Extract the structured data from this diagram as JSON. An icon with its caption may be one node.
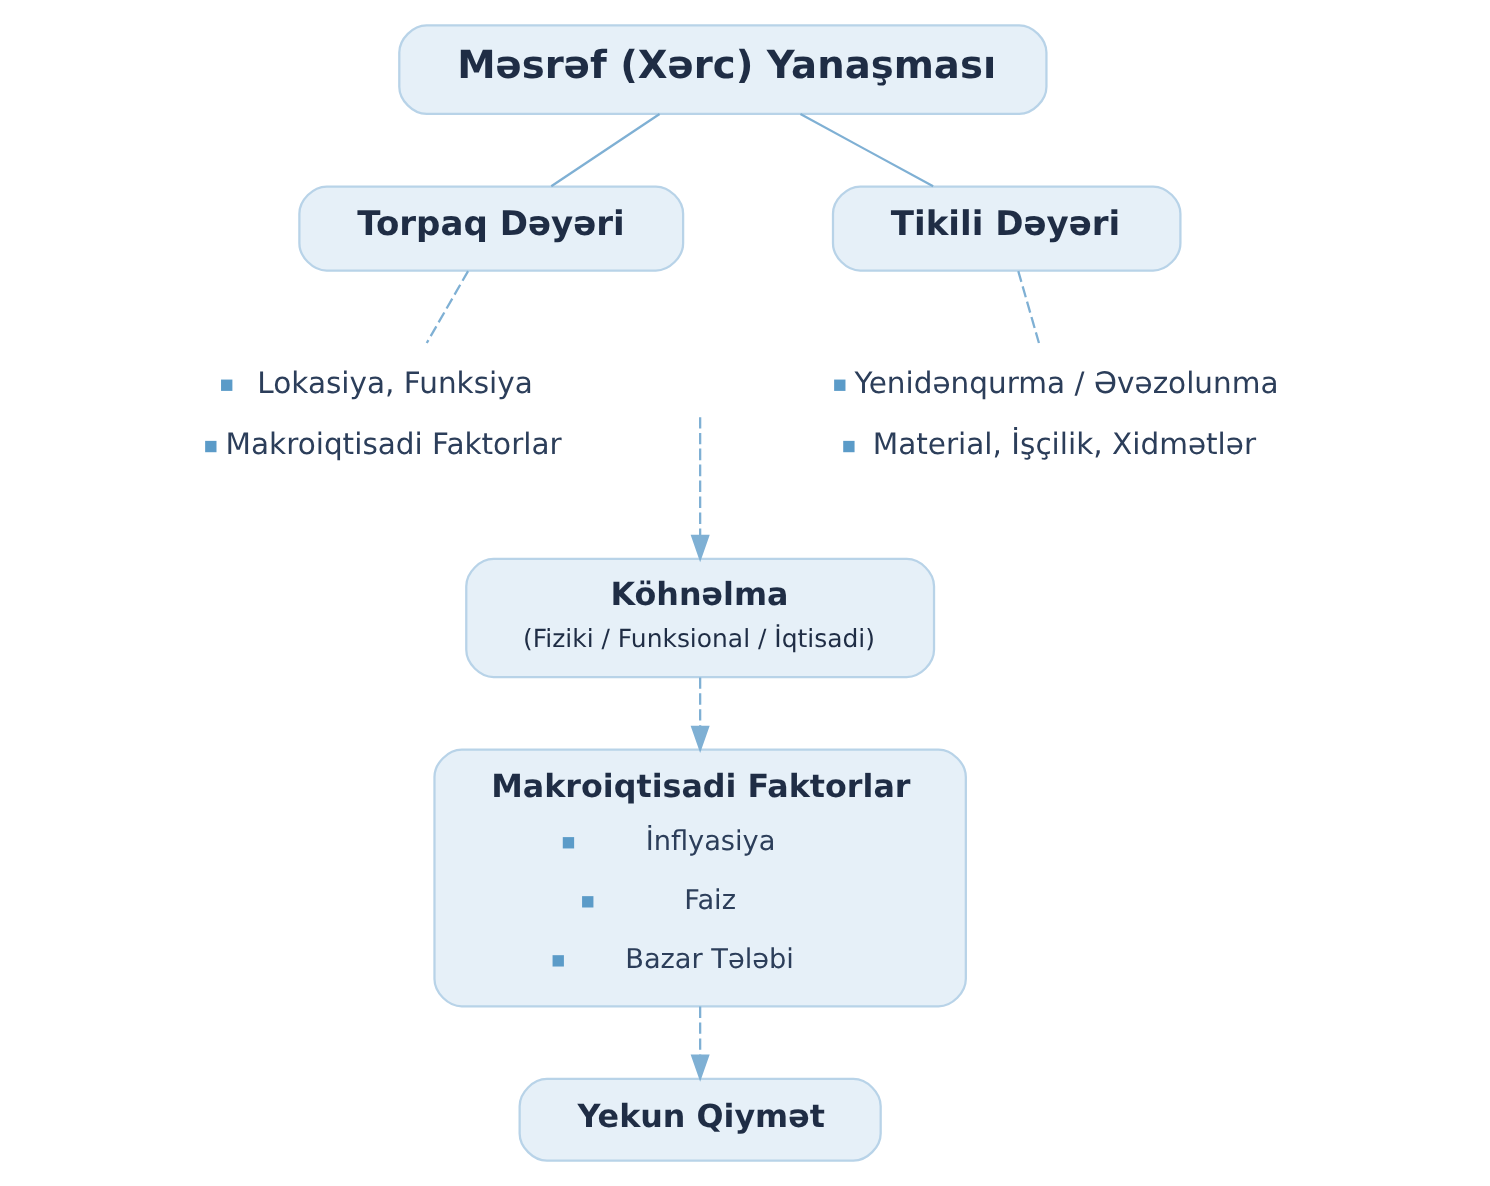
{
  "diagram": {
    "nodes": [
      {
        "text": [
          "Məsrəf (Xərc) Yanaşması"
        ]
      },
      {
        "text": [
          "Torpaq Dəyəri"
        ]
      },
      {
        "text": [
          "Tikili Dəyəri"
        ]
      },
      {
        "text": [
          "Lokasiya, Funksiya",
          "Makroiqtisadi Faktorlar"
        ]
      },
      {
        "text": [
          "Yenidənqurma / Əvəzolunma",
          "Material, İşçilik, Xidmətlər"
        ]
      },
      {
        "text": [
          "Köhnəlma",
          "(Fiziki / Funksional / İqtisadi)"
        ]
      },
      {
        "text": [
          "Makroiqtisadi Faktorlar",
          "İnflyasiya",
          "Faiz",
          "Bazar Tələbi"
        ]
      },
      {
        "text": [
          "Yekun Qiymət"
        ]
      }
    ],
    "edges": [
      {
        "from": 0,
        "to": 1,
        "arrow": "none"
      },
      {
        "from": 0,
        "to": 2,
        "arrow": "none"
      },
      {
        "from": 1,
        "to": 3,
        "arrow": "none",
        "style": "dashed"
      },
      {
        "from": 2,
        "to": 4,
        "arrow": "none",
        "style": "dashed"
      },
      {
        "from": null,
        "to": 5,
        "arrow": "to",
        "style": "dashed"
      },
      {
        "from": 5,
        "to": 6,
        "arrow": "to",
        "style": "dashed"
      },
      {
        "from": 6,
        "to": 7,
        "arrow": "to",
        "style": "dashed"
      }
    ]
  }
}
